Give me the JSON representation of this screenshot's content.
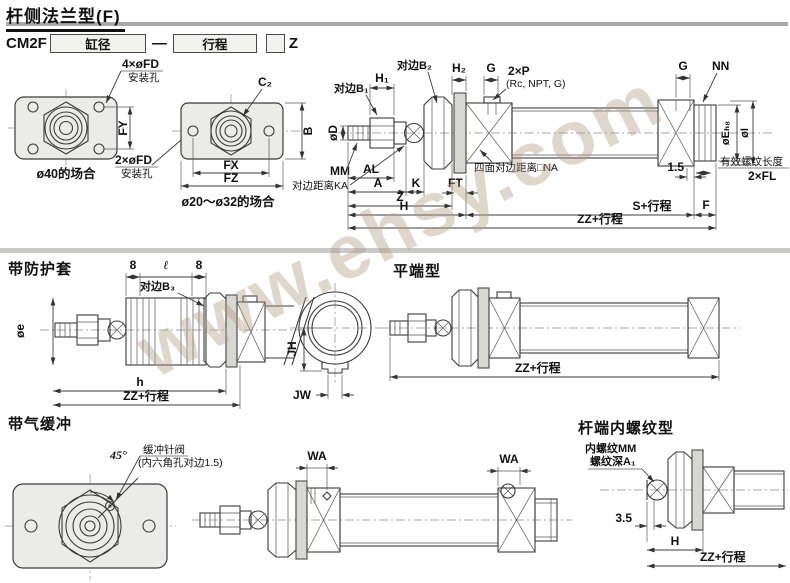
{
  "header": {
    "title": "杆侧法兰型(F)"
  },
  "model": {
    "prefix": "CM2F",
    "bore": "缸径",
    "dash": "—",
    "stroke": "行程",
    "suffix": "Z"
  },
  "watermark": "www.ehsy.com",
  "top": {
    "flange40": {
      "holes4": "4×øFD",
      "holes4_sub": "安装孔",
      "fy": "FY",
      "caption": "ø40的场合",
      "holes2": "2×øFD",
      "holes2_sub": "安装孔"
    },
    "flange2032": {
      "c2": "C₂",
      "b": "B",
      "fx": "FX",
      "fz": "FZ",
      "caption": "ø20～ø32的场合"
    },
    "side": {
      "b1": "对边B₁",
      "h1": "H₁",
      "b2": "对边B₂",
      "h2": "H₂",
      "g_left": "G",
      "ports": "2×P",
      "ports_sub": "(Rc, NPT, G)",
      "od": "øD",
      "mm": "MM",
      "ka": "对边距离KA",
      "al": "AL",
      "a": "A",
      "k": "K",
      "z": "Z",
      "h": "H",
      "ft": "FT",
      "na": "四面对边距离□NA",
      "s_stroke": "S+行程",
      "zz_stroke": "ZZ+行程",
      "g_right": "G",
      "nn": "NN",
      "oe": "øEₕ₈",
      "oi": "øI",
      "gap": "1.5",
      "thread_note": "有效螺纹长度",
      "fl": "2×FL",
      "f": "F"
    }
  },
  "boot": {
    "heading": "带防护套",
    "p8a": "8",
    "pl": "ℓ",
    "p8b": "8",
    "b3": "对边B₃",
    "oe": "øe",
    "h": "h",
    "zz": "ZZ+行程"
  },
  "endview": {
    "jh": "JH",
    "jw": "JW"
  },
  "flat": {
    "heading": "平端型",
    "zz": "ZZ+行程"
  },
  "cushion": {
    "heading": "带气缓冲",
    "angle": "45°",
    "valve": "缓冲针阀",
    "valve_note": "(内六角孔对边1.5)",
    "wa_front": "WA",
    "wa_rear": "WA"
  },
  "female": {
    "heading": "杆端内螺纹型",
    "mm": "内螺纹MM",
    "a1": "螺纹深A₁",
    "d35": "3.5",
    "h": "H",
    "zz": "ZZ+行程"
  }
}
